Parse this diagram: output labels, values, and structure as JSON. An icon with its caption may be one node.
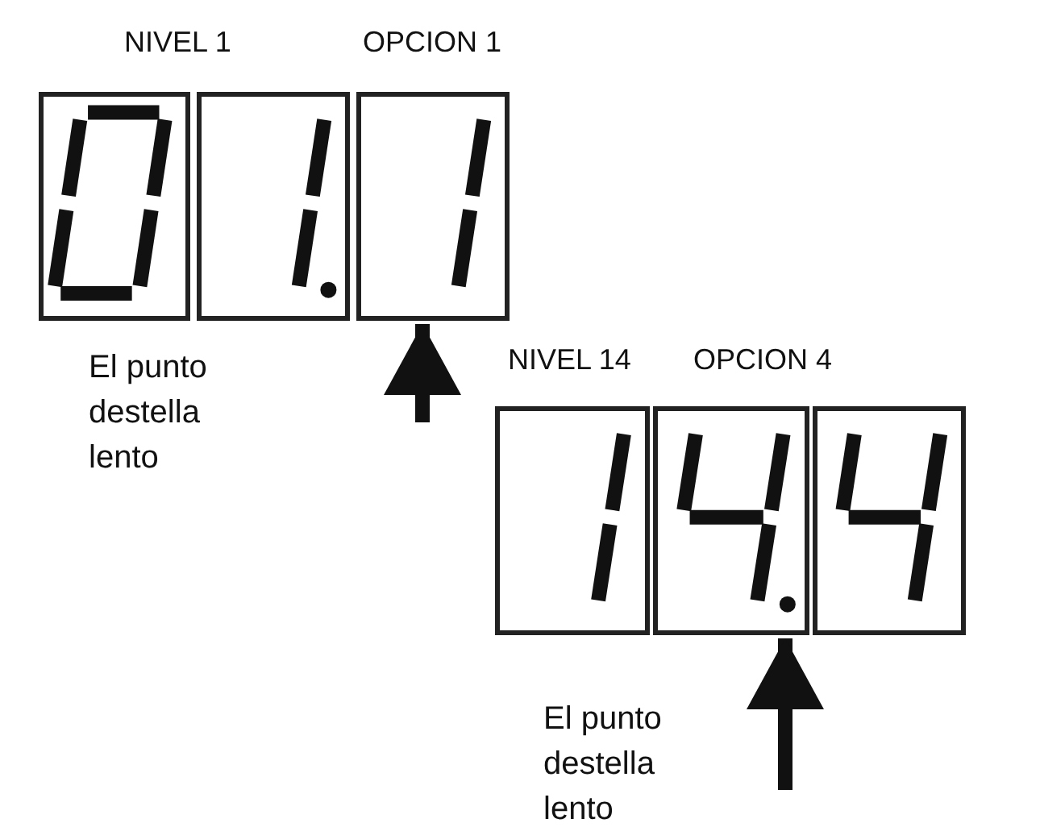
{
  "diagram": {
    "nodes": [
      {
        "text": [],
        "shape": "box"
      },
      {
        "text": [],
        "shape": "box"
      },
      {
        "text": [],
        "shape": "box"
      },
      {
        "text": [],
        "shape": "box"
      },
      {
        "text": [],
        "shape": "box"
      },
      {
        "text": [],
        "shape": "box"
      }
    ],
    "edges": [
      {
        "from": null,
        "to": 2,
        "arrow": "to"
      },
      {
        "from": null,
        "to": 4,
        "arrow": "to"
      }
    ],
    "labels": [
      "NIVEL 1",
      "OPCION 1",
      "El punto destella lento",
      "NIVEL 14",
      "OPCION 4",
      "El punto destella lento"
    ]
  }
}
